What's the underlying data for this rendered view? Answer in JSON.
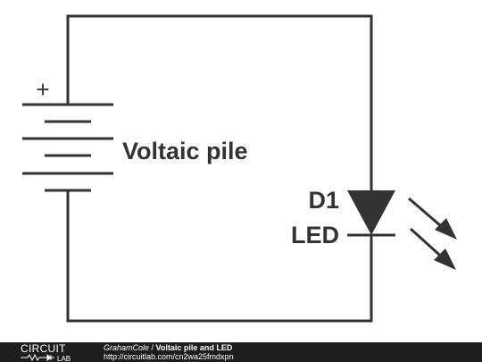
{
  "circuit": {
    "battery_label": "Voltaic pile",
    "battery_polarity": "+",
    "diode_designator": "D1",
    "diode_type": "LED"
  },
  "footer": {
    "logo_top": "CIRCUIT",
    "logo_bottom": "LAB",
    "author": "GrahamCole",
    "separator": " / ",
    "title": "Voltaic pile and LED",
    "url": "http://circuitlab.com/cn2wa25fmdxpn"
  },
  "colors": {
    "wire": "#333333",
    "footer_bg": "#1e1e1e",
    "footer_text": "#ffffff"
  }
}
